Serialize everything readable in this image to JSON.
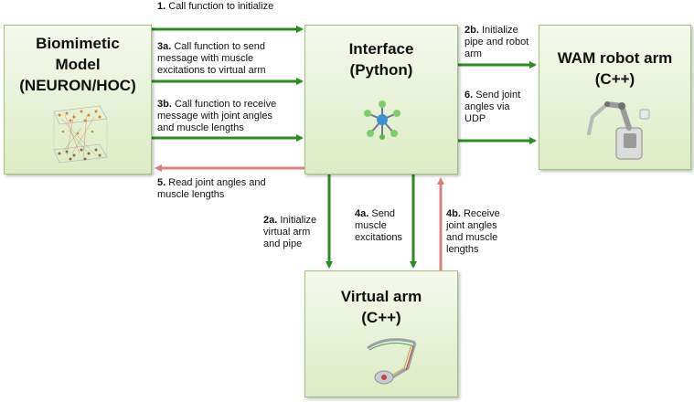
{
  "nodes": {
    "biomimetic": {
      "line1": "Biomimetic",
      "line2": "Model",
      "line3": "(NEURON/HOC)"
    },
    "interface": {
      "line1": "Interface",
      "line2": "(Python)"
    },
    "wam": {
      "line1": "WAM robot arm",
      "line2": "(C++)"
    },
    "virtual": {
      "line1": "Virtual arm",
      "line2": "(C++)"
    }
  },
  "edges": {
    "e1": {
      "step": "1.",
      "l1": " Call function to  initialize"
    },
    "e3a": {
      "step": "3a.",
      "l1": " Call function to send",
      "l2": "message with muscle",
      "l3": "excitations to virtual arm"
    },
    "e3b": {
      "step": "3b.",
      "l1": " Call function to receive",
      "l2": "message with joint angles",
      "l3": "and muscle lengths"
    },
    "e5": {
      "step": "5.",
      "l1": " Read joint angles and",
      "l2": "muscle lengths"
    },
    "e2b": {
      "step": "2b.",
      "l1": " Initialize",
      "l2": "pipe and robot",
      "l3": "arm"
    },
    "e6": {
      "step": "6.",
      "l1": " Send joint",
      "l2": "angles via",
      "l3": "UDP"
    },
    "e2a": {
      "step": "2a.",
      "l1": " Initialize",
      "l2": "virtual arm",
      "l3": "and pipe"
    },
    "e4a": {
      "step": "4a.",
      "l1": " Send",
      "l2": "muscle",
      "l3": "excitations"
    },
    "e4b": {
      "step": "4b.",
      "l1": " Receive",
      "l2": "joint angles",
      "l3": "and muscle",
      "l4": "lengths"
    }
  },
  "colors": {
    "forward": "#2e8b22",
    "return": "#d98080",
    "box_border": "#9fc27a"
  },
  "icons": [
    "network-model-image",
    "python-molecule-icon",
    "robot-arm-image",
    "virtual-arm-image"
  ]
}
